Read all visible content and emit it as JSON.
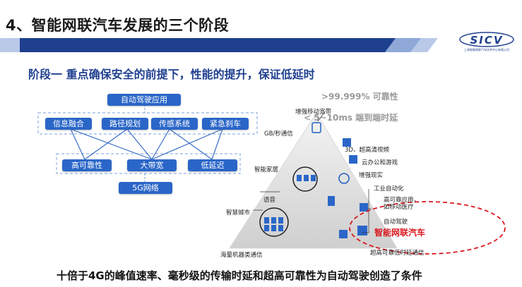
{
  "slide": {
    "title": "4、智能网联汽车发展的三个阶段",
    "stage_heading": "阶段一  重点确保安全的前提下，性能的提升，保证低延时",
    "bottom_caption": "十倍于4G的峰值速率、毫秒级的传输时延和超高可靠性为自动驾驶创造了条件"
  },
  "logo": {
    "text": "SICV",
    "subtext": "上海智能网联汽车技术中心有限公司"
  },
  "left_diagram": {
    "top_label": "自动驾驶应用",
    "apps": [
      "信息融合",
      "路径规划",
      "传感系统",
      "紧急刹车"
    ],
    "features": [
      "高可靠性",
      "大带宽",
      "低延迟"
    ],
    "bottom_label": "5G网络"
  },
  "right_diagram": {
    "reliability": ">99.999% 可靠性",
    "latency": "< 5~10ms 端到端时延",
    "top": "增强移动宽带",
    "gb": "GB/秒通信",
    "video": "3D、超高清视频",
    "cloud": "云办公和游戏",
    "ar": "增强现实",
    "smart_home": "智能家居",
    "industry": "工业自动化",
    "high_rel_app": "高可靠应用，\n如移动医疗",
    "voice": "语音",
    "smart_city": "智慧城市",
    "auto_driving": "自动驾驶",
    "icv": "智能网联汽车",
    "bottom_left": "海量机器类通信",
    "bottom_right": "超高可靠低时延通信"
  },
  "colors": {
    "accent": "#1f3f8f",
    "box": "#2a66c8",
    "highlight": "#d8181f"
  }
}
